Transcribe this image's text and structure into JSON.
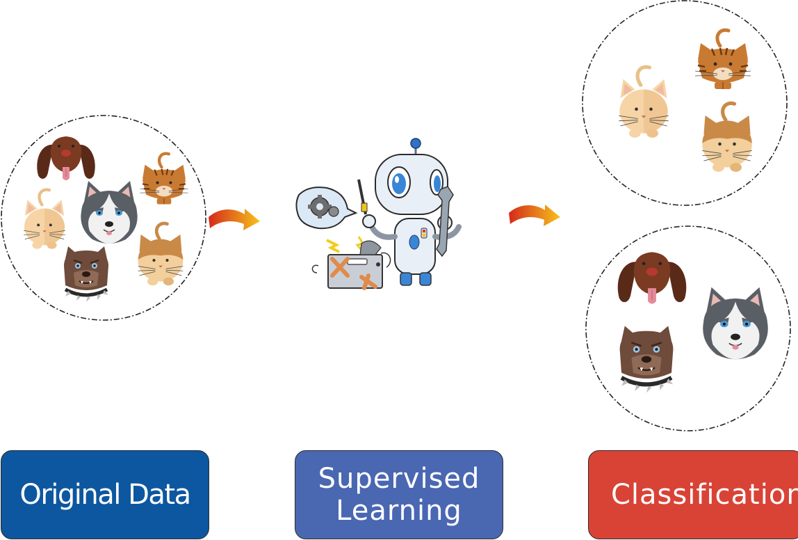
{
  "labels": {
    "original": "Original Data",
    "supervised": "Supervised\nLearning",
    "classification": "Classification"
  },
  "icons": {
    "input_animals": [
      "brown-dog-icon",
      "tabby-cat-icon",
      "cream-cat-icon",
      "husky-icon",
      "bulldog-icon",
      "orange-cat-icon"
    ],
    "robot": "robot-icon",
    "gear_bubble": "gear-bubble-icon",
    "machine": "broken-machine-icon",
    "arrows": [
      "arrow-icon",
      "arrow-icon"
    ],
    "cats_group": [
      "cream-cat-icon",
      "tabby-cat-icon",
      "orange-cat-icon"
    ],
    "dogs_group": [
      "brown-dog-icon",
      "husky-icon",
      "bulldog-icon"
    ]
  },
  "colors": {
    "original_box": "#0d57a0",
    "supervised_box": "#4a67b2",
    "classification_box": "#d94336",
    "arrow_start": "#d42a1a",
    "arrow_end": "#f6c21c",
    "cat_cream": "#f6d4a6",
    "cat_orange": "#e8b57a",
    "tabby": "#c97a32",
    "dog_brown": "#6b3320",
    "bulldog": "#6e4b3a",
    "husky_gray": "#5a5f66"
  }
}
